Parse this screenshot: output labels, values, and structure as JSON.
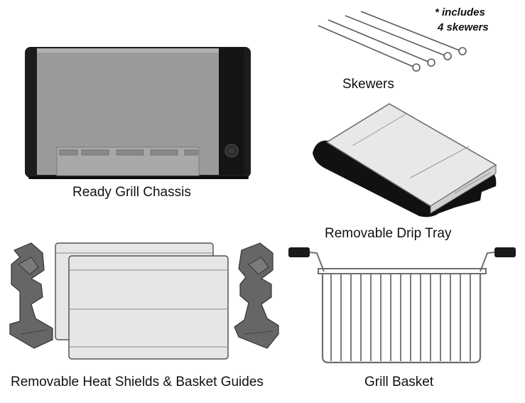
{
  "labels": {
    "chassis": "Ready Grill Chassis",
    "skewers": "Skewers",
    "skewers_note_line1": "* includes",
    "skewers_note_line2": "4 skewers",
    "drip_tray": "Removable Drip Tray",
    "heat_shields": "Removable Heat Shields & Basket Guides",
    "grill_basket": "Grill Basket"
  },
  "colors": {
    "chassis_body": "#1c1c1c",
    "chassis_panel": "#9a9a9a",
    "tray_top": "#e8e8e8",
    "tray_base": "#111111",
    "guide": "#666666",
    "shield": "#e6e6e6",
    "wire": "#6e6e6e",
    "handle": "#1a1a1a"
  }
}
